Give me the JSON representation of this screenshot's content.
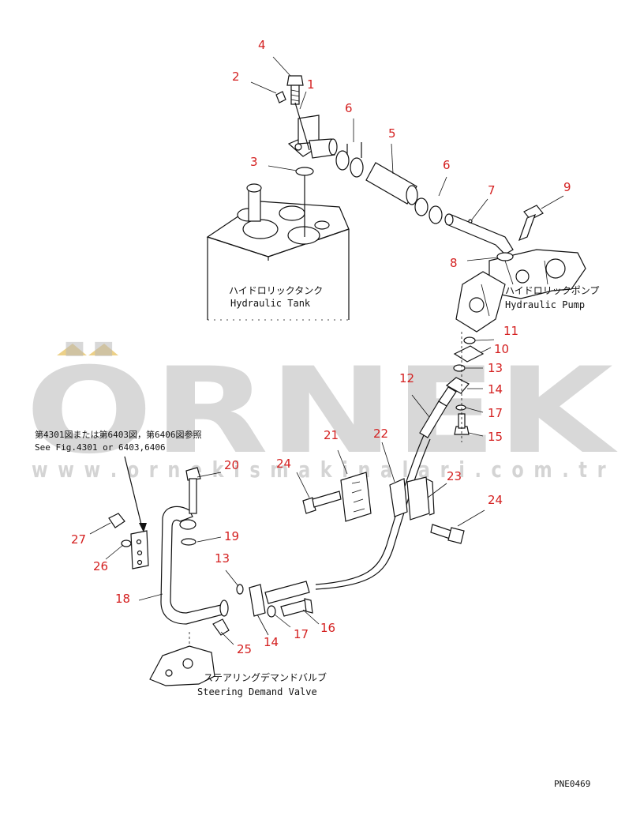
{
  "watermark": {
    "brand": "ÖRNEK",
    "url": "w w w . o r n e k i s m a k i n a l a r i . c o m . t r",
    "color": "#b9b9b9"
  },
  "components": {
    "hydraulic_tank_jp": "ハイドロリックタンク",
    "hydraulic_tank_en": "Hydraulic Tank",
    "hydraulic_pump_jp": "ハイドロリックポンプ",
    "hydraulic_pump_en": "Hydraulic Pump",
    "steering_valve_jp": "ステアリングデマンドバルブ",
    "steering_valve_en": "Steering Demand Valve"
  },
  "reference": {
    "jp": "第4301図または第6403図，第6406図参照",
    "en": "See Fig.4301 or 6403,6406"
  },
  "drawing_code": "PNE0469",
  "callout_color": "#d42020",
  "callouts": [
    "1",
    "2",
    "3",
    "4",
    "5",
    "6",
    "6",
    "7",
    "8",
    "9",
    "10",
    "11",
    "12",
    "13",
    "13",
    "14",
    "14",
    "15",
    "16",
    "17",
    "17",
    "18",
    "19",
    "20",
    "21",
    "22",
    "23",
    "24",
    "24",
    "25",
    "26",
    "27"
  ]
}
